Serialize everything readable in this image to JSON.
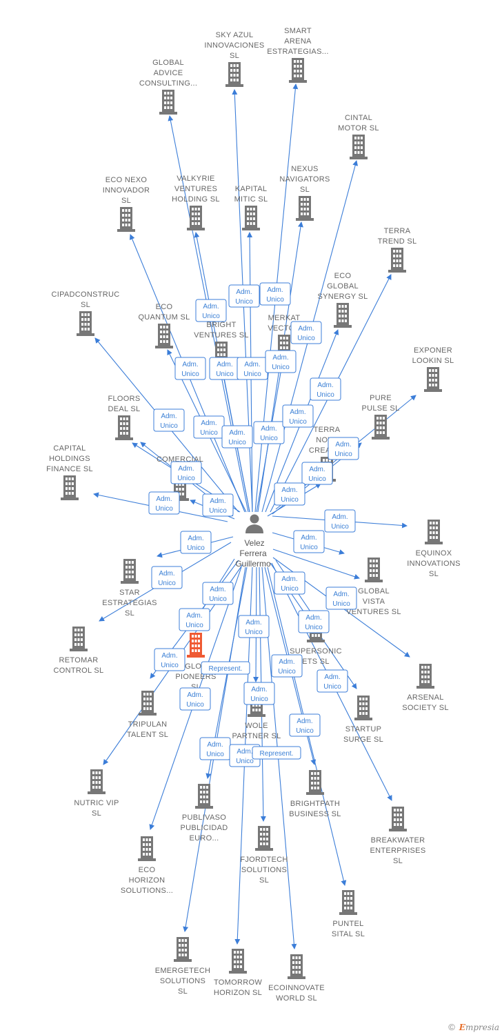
{
  "person": {
    "name_lines": [
      "Velez",
      "Ferrera",
      "Guillermo"
    ],
    "icon": "person-icon"
  },
  "colors": {
    "edge": "#3b7dd8",
    "company": "#777777",
    "highlight": "#ef5a33",
    "role_border": "#3b7dd8"
  },
  "companies": [
    {
      "id": "sky-azul",
      "lines": [
        "SKY AZUL",
        "INNOVACIONES",
        "SL"
      ]
    },
    {
      "id": "smart-arena",
      "lines": [
        "SMART",
        "ARENA",
        "ESTRATEGIAS..."
      ]
    },
    {
      "id": "global-advice",
      "lines": [
        "GLOBAL",
        "ADVICE",
        "CONSULTING..."
      ]
    },
    {
      "id": "cintal-motor",
      "lines": [
        "CINTAL",
        "MOTOR  SL"
      ]
    },
    {
      "id": "eco-nexo",
      "lines": [
        "ECO NEXO",
        "INNOVADOR",
        "SL"
      ]
    },
    {
      "id": "valkyrie",
      "lines": [
        "VALKYRIE",
        "VENTURES",
        "HOLDING  SL"
      ]
    },
    {
      "id": "kapital-mitic",
      "lines": [
        "KAPITAL",
        "MITIC  SL"
      ]
    },
    {
      "id": "nexus-navigators",
      "lines": [
        "NEXUS",
        "NAVIGATORS",
        "SL"
      ]
    },
    {
      "id": "terra-trend",
      "lines": [
        "TERRA",
        "TREND  SL"
      ]
    },
    {
      "id": "cipadconstruc",
      "lines": [
        "CIPADCONSTRUC",
        "SL"
      ]
    },
    {
      "id": "eco-quantum",
      "lines": [
        "ECO",
        "QUANTUM  SL"
      ]
    },
    {
      "id": "bright-ventures",
      "lines": [
        "O",
        "BRIGHT",
        "VENTURES  SL"
      ]
    },
    {
      "id": "merkat-vector",
      "lines": [
        "MERKAT",
        "VECTOR"
      ]
    },
    {
      "id": "eco-global-synergy",
      "lines": [
        "ECO",
        "GLOBAL",
        "SYNERGY  SL"
      ]
    },
    {
      "id": "exponer-lookin",
      "lines": [
        "EXPONER",
        "LOOKIN  SL"
      ]
    },
    {
      "id": "floors-deal",
      "lines": [
        "FLOORS",
        "DEAL  SL"
      ]
    },
    {
      "id": "pure-pulse",
      "lines": [
        "PURE",
        "PULSE  SL"
      ]
    },
    {
      "id": "terra-nova",
      "lines": [
        "TERRA",
        "NOVA",
        "CREACIO"
      ]
    },
    {
      "id": "capital-holdings",
      "lines": [
        "CAPITAL",
        "HOLDINGS",
        "FINANCE  SL"
      ]
    },
    {
      "id": "comercial-efic",
      "lines": [
        "COMERCIAL",
        "EFIC"
      ]
    },
    {
      "id": "equinox",
      "lines": [
        "EQUINOX",
        "INNOVATIONS",
        "SL"
      ]
    },
    {
      "id": "star-estrategias",
      "lines": [
        "STAR",
        "ESTRATEGIAS",
        "SL"
      ]
    },
    {
      "id": "global-vista",
      "lines": [
        "GLOBAL",
        "VISTA",
        "VENTURES  SL"
      ]
    },
    {
      "id": "retomar-control",
      "lines": [
        "RETOMAR",
        "CONTROL  SL"
      ]
    },
    {
      "id": "global-pioneers",
      "lines": [
        "GLOB",
        "PIONEERS",
        "SL"
      ],
      "highlight": true
    },
    {
      "id": "supersonic",
      "lines": [
        "SUPERSONIC",
        "ETS  SL"
      ]
    },
    {
      "id": "arsenal-society",
      "lines": [
        "ARSENAL",
        "SOCIETY  SL"
      ]
    },
    {
      "id": "tripulan-talent",
      "lines": [
        "TRIPULAN",
        "TALENT  SL"
      ]
    },
    {
      "id": "wole-partner",
      "lines": [
        "WOLE",
        "PARTNER  SL"
      ]
    },
    {
      "id": "startup-surge",
      "lines": [
        "STARTUP",
        "SURGE  SL"
      ]
    },
    {
      "id": "nutric-vip",
      "lines": [
        "NUTRIC VIP",
        "SL"
      ]
    },
    {
      "id": "brightpath",
      "lines": [
        "BRIGHTPATH",
        "BUSINESS  SL"
      ]
    },
    {
      "id": "publivaso",
      "lines": [
        "PUBLIVASO",
        "PUBLICIDAD",
        "EURO..."
      ]
    },
    {
      "id": "breakwater",
      "lines": [
        "BREAKWATER",
        "ENTERPRISES",
        "SL"
      ]
    },
    {
      "id": "eco-horizon",
      "lines": [
        "ECO",
        "HORIZON",
        "SOLUTIONS..."
      ]
    },
    {
      "id": "fjordtech",
      "lines": [
        "FJORDTECH",
        "SOLUTIONS",
        "SL"
      ]
    },
    {
      "id": "puntel-sital",
      "lines": [
        "PUNTEL",
        "SITAL  SL"
      ]
    },
    {
      "id": "emergetech",
      "lines": [
        "EMERGETECH",
        "SOLUTIONS",
        "SL"
      ]
    },
    {
      "id": "tomorrow-horizon",
      "lines": [
        "TOMORROW",
        "HORIZON  SL"
      ]
    },
    {
      "id": "ecoinnovate",
      "lines": [
        "ECOINNOVATE",
        "WORLD  SL"
      ]
    }
  ],
  "role_labels": {
    "adm_unico": [
      "Adm.",
      "Unico"
    ],
    "represent": [
      "Represent."
    ]
  },
  "footer": {
    "copyright": "©",
    "brand_first": "E",
    "brand_rest": "mpresia"
  }
}
